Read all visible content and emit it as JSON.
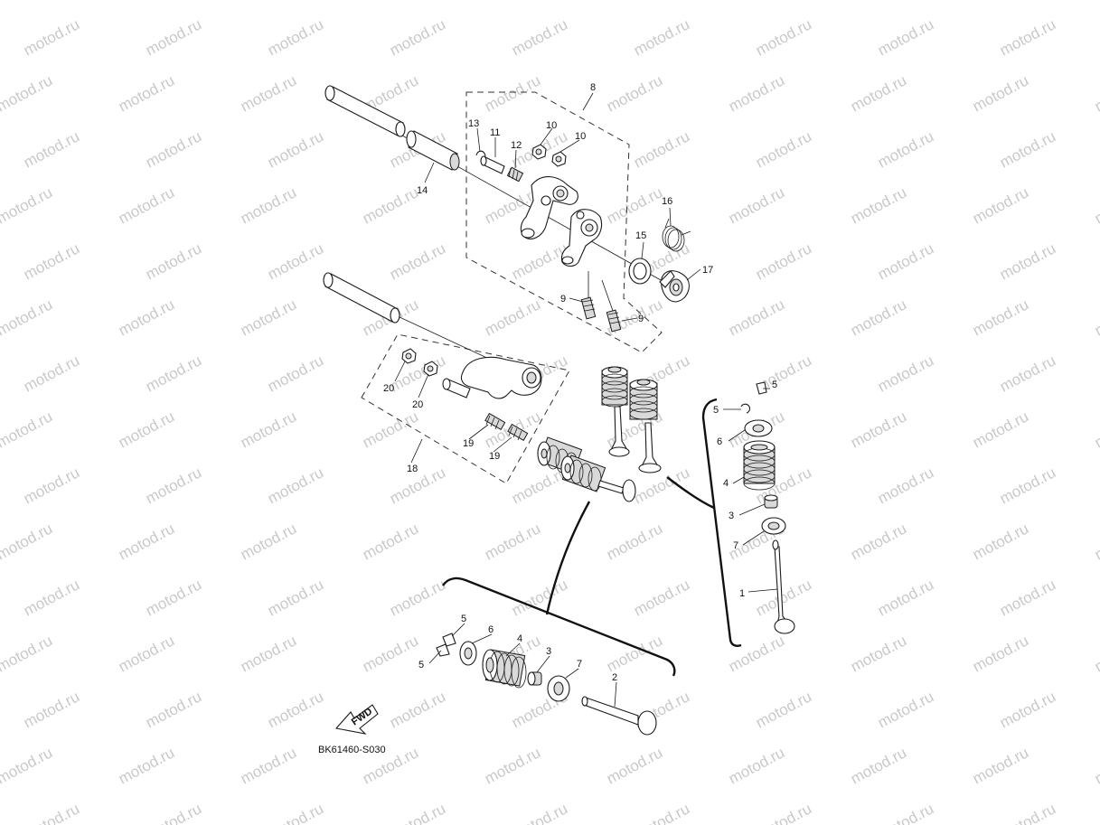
{
  "watermark": "motod.ru",
  "diagram_code": "BK61460-S030",
  "fwd_label": "FWD",
  "callouts": {
    "c1": "1",
    "c2": "2",
    "c3a": "3",
    "c3b": "3",
    "c4a": "4",
    "c4b": "4",
    "c5a": "5",
    "c5b": "5",
    "c5c": "5",
    "c5d": "5",
    "c6a": "6",
    "c6b": "6",
    "c7a": "7",
    "c7b": "7",
    "c8": "8",
    "c9a": "9",
    "c9b": "9",
    "c10a": "10",
    "c10b": "10",
    "c11": "11",
    "c12": "12",
    "c13": "13",
    "c14": "14",
    "c15": "15",
    "c16": "16",
    "c17": "17",
    "c18": "18",
    "c19a": "19",
    "c19b": "19",
    "c20a": "20",
    "c20b": "20"
  },
  "colors": {
    "line": "#1a1a1a",
    "watermark": "#c9c9c9",
    "background": "#ffffff"
  }
}
